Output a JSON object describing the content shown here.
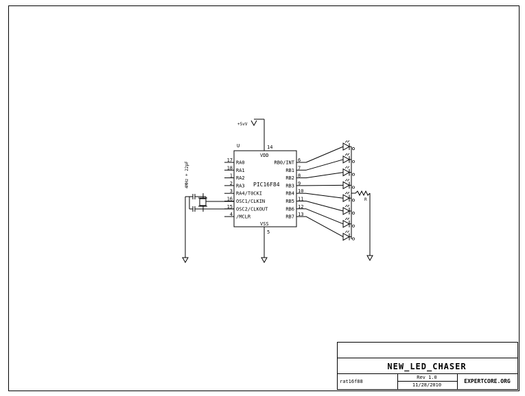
{
  "chip": {
    "name": "PIC16F84",
    "vdd_label": "VDD",
    "vss_label": "VSS",
    "ref": "U",
    "vdd_pin": "14",
    "vss_pin": "5",
    "left_pins": [
      {
        "num": "17",
        "label": "RA0"
      },
      {
        "num": "18",
        "label": "RA1"
      },
      {
        "num": "1",
        "label": "RA2"
      },
      {
        "num": "2",
        "label": "RA3"
      },
      {
        "num": "3",
        "label": "RA4/T0CKI"
      },
      {
        "num": "16",
        "label": "OSC1/CLKIN"
      },
      {
        "num": "15",
        "label": "OSC2/CLKOUT"
      },
      {
        "num": "4",
        "label": "/MCLR"
      }
    ],
    "right_pins": [
      {
        "num": "6",
        "label": "RB0/INT"
      },
      {
        "num": "7",
        "label": "RB1"
      },
      {
        "num": "8",
        "label": "RB2"
      },
      {
        "num": "9",
        "label": "RB3"
      },
      {
        "num": "10",
        "label": "RB4"
      },
      {
        "num": "11",
        "label": "RB5"
      },
      {
        "num": "12",
        "label": "RB6"
      },
      {
        "num": "13",
        "label": "RB7"
      }
    ]
  },
  "power": {
    "label": "+5vV"
  },
  "crystal": {
    "label": "4MHz + 22pF"
  },
  "resistor": {
    "label": "R"
  },
  "title_block": {
    "title": "NEW_LED_CHASER",
    "filename": "rat16f88",
    "rev": "Rev 1.0",
    "date": "11/28/2010",
    "org": "EXPERTCORE.ORG"
  }
}
